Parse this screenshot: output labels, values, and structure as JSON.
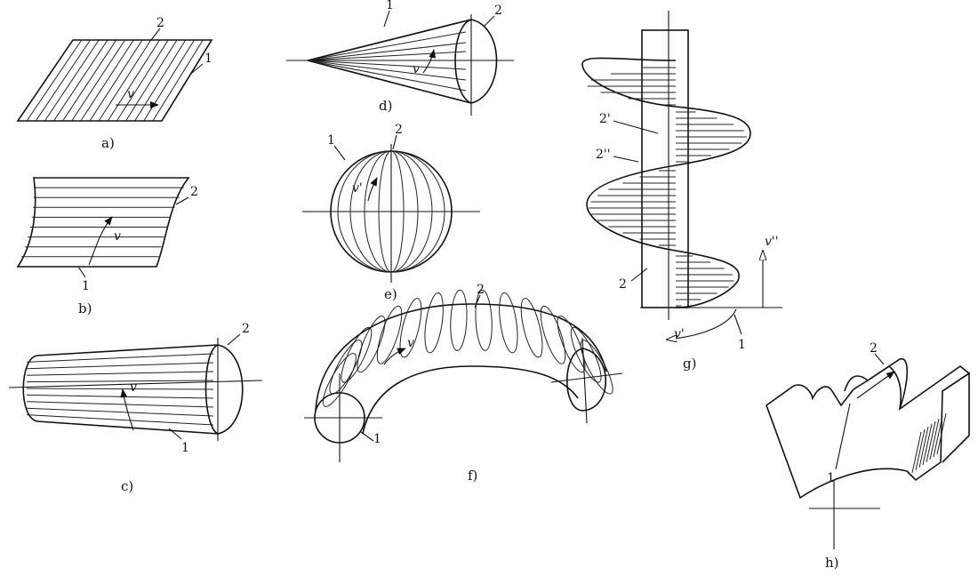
{
  "figure": {
    "captions": {
      "a": "a)",
      "b": "b)",
      "c": "c)",
      "d": "d)",
      "e": "e)",
      "f": "f)",
      "g": "g)",
      "h": "h)"
    },
    "labels": {
      "a": {
        "one": "1",
        "two": "2",
        "v": "v"
      },
      "b": {
        "one": "1",
        "two": "2",
        "v": "v"
      },
      "c": {
        "one": "1",
        "two": "2",
        "v": "v"
      },
      "d": {
        "one": "1",
        "two": "2",
        "v": "v"
      },
      "e": {
        "one": "1",
        "two": "2",
        "v": "v'"
      },
      "f": {
        "one": "1",
        "two": "2",
        "v": "v"
      },
      "g": {
        "one": "1",
        "two": "2",
        "two_prime": "2'",
        "two_double": "2''",
        "v_prime": "v'",
        "v_double": "v''"
      },
      "h": {
        "one": "1",
        "two": "2"
      }
    }
  }
}
